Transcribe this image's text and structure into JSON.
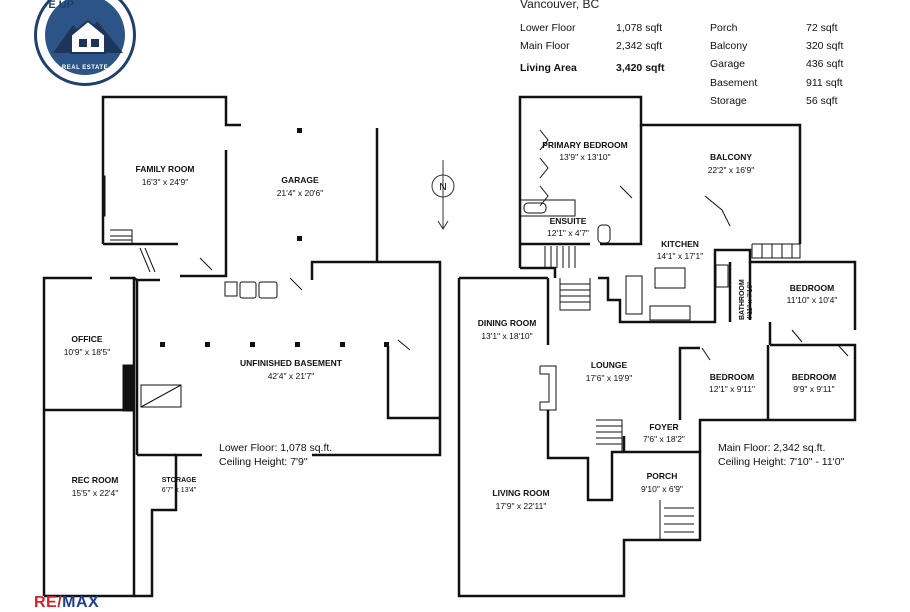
{
  "header": {
    "city": "Vancouver, BC",
    "stats_left": [
      {
        "label": "Lower Floor",
        "value": "1,078 sqft"
      },
      {
        "label": "Main Floor",
        "value": "2,342 sqft"
      },
      {
        "label": "Living Area",
        "value": "3,420 sqft"
      }
    ],
    "stats_right": [
      {
        "label": "Porch",
        "value": "72 sqft"
      },
      {
        "label": "Balcony",
        "value": "320 sqft"
      },
      {
        "label": "Garage",
        "value": "436 sqft"
      },
      {
        "label": "Basement",
        "value": "911 sqft"
      },
      {
        "label": "Storage",
        "value": "56 sqft"
      }
    ]
  },
  "logo": {
    "ring_text": "VE        UP",
    "sub_text": "REAL ESTATE"
  },
  "compass": {
    "label": "N"
  },
  "lower_floor": {
    "rooms": {
      "family_room": {
        "name": "FAMILY ROOM",
        "dim": "16'3\" x 24'9\""
      },
      "garage": {
        "name": "GARAGE",
        "dim": "21'4\" x 20'6\""
      },
      "office": {
        "name": "OFFICE",
        "dim": "10'9\" x 18'5\""
      },
      "unfinished_basement": {
        "name": "UNFINISHED BASEMENT",
        "dim": "42'4\" x 21'7\""
      },
      "rec_room": {
        "name": "REC ROOM",
        "dim": "15'5\" x 22'4\""
      },
      "storage": {
        "name": "STORAGE",
        "dim": "6'7\" x 13'4\""
      }
    },
    "summary_line1": "Lower Floor: 1,078 sq.ft.",
    "summary_line2": "Ceiling Height: 7'9\""
  },
  "main_floor": {
    "rooms": {
      "primary_bedroom": {
        "name": "PRIMARY BEDROOM",
        "dim": "13'9\" x 13'10\""
      },
      "balcony": {
        "name": "BALCONY",
        "dim": "22'2\" x 16'9\""
      },
      "ensuite": {
        "name": "ENSUITE",
        "dim": "12'1\" x 4'7\""
      },
      "kitchen": {
        "name": "KITCHEN",
        "dim": "14'1\" x 17'1\""
      },
      "bathroom": {
        "name": "BATHROOM",
        "dim": "4'11\" x 7'10\""
      },
      "bedroom1": {
        "name": "BEDROOM",
        "dim": "11'10\" x 10'4\""
      },
      "dining_room": {
        "name": "DINING ROOM",
        "dim": "13'1\" x 18'10\""
      },
      "lounge": {
        "name": "LOUNGE",
        "dim": "17'6\" x 19'9\""
      },
      "bedroom2": {
        "name": "BEDROOM",
        "dim": "12'1\" x 9'11\""
      },
      "bedroom3": {
        "name": "BEDROOM",
        "dim": "9'9\" x 9'11\""
      },
      "foyer": {
        "name": "FOYER",
        "dim": "7'6\" x 18'2\""
      },
      "porch": {
        "name": "PORCH",
        "dim": "9'10\" x 6'9\""
      },
      "living_room": {
        "name": "LIVING ROOM",
        "dim": "17'9\" x 22'11\""
      }
    },
    "summary_line1": "Main Floor: 2,342 sq.ft.",
    "summary_line2": "Ceiling Height: 7'10\" - 11'0\""
  },
  "footer": {
    "brand_a": "RE/",
    "brand_b": "MAX"
  },
  "colors": {
    "wall": "#111111",
    "logo_blue": "#2d5486",
    "remax_red": "#d2232a",
    "remax_blue": "#1f3f8a"
  }
}
